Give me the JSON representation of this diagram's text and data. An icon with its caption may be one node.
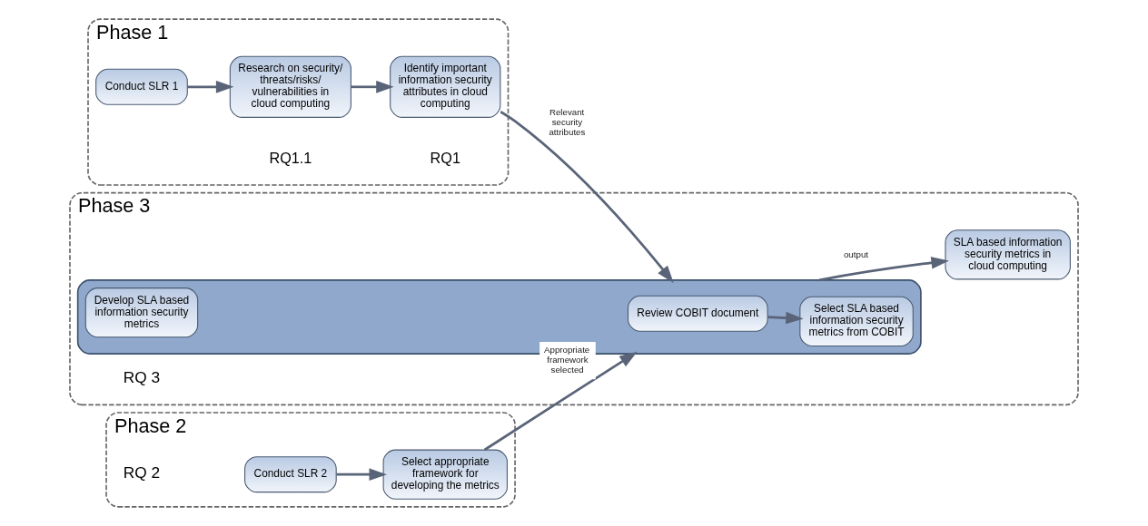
{
  "diagram": {
    "nodes": [
      {
        "text": [
          "Phase 1"
        ]
      },
      {
        "text": [
          "Conduct SLR 1"
        ],
        "in": 0
      },
      {
        "text": [
          "Research on security/ threats/risks/ vulnerabilities in cloud computing"
        ],
        "in": 0,
        "beside": [
          "RQ1.1"
        ]
      },
      {
        "text": [
          "Identify important information security attributes in cloud computing"
        ],
        "in": 0,
        "beside": [
          "RQ1"
        ]
      },
      {
        "text": [
          "Phase 2"
        ],
        "beside": [
          "RQ 2"
        ]
      },
      {
        "text": [
          "Conduct SLR 2"
        ],
        "in": 4
      },
      {
        "text": [
          "Select appropriate framework for developing the metrics"
        ],
        "in": 4
      },
      {
        "text": [
          "Phase 3"
        ],
        "beside": [
          "RQ 3"
        ]
      },
      {
        "text": [],
        "shape": "box",
        "in": 7
      },
      {
        "text": [
          "Review COBIT document"
        ],
        "in": 8
      },
      {
        "text": [
          "Select SLA based information security metrics from COBIT"
        ],
        "in": 8
      },
      {
        "text": [
          "Develop SLA based information security metrics"
        ],
        "in": 8
      },
      {
        "text": [
          "SLA based information security metrics in cloud computing"
        ],
        "in": 7
      }
    ],
    "edges": [
      {
        "from": 1,
        "to": 2,
        "arrow": "to"
      },
      {
        "from": 2,
        "to": 3,
        "arrow": "to"
      },
      {
        "from": 3,
        "to": 8,
        "arrow": "to",
        "label": "Relevant security attributes"
      },
      {
        "from": 5,
        "to": 6,
        "arrow": "to"
      },
      {
        "from": 6,
        "to": 8,
        "arrow": "to",
        "label": "Appropriate framework selected"
      },
      {
        "from": 9,
        "to": 10,
        "arrow": "to"
      },
      {
        "from": 8,
        "to": 12,
        "arrow": "to",
        "label": "output"
      }
    ]
  }
}
